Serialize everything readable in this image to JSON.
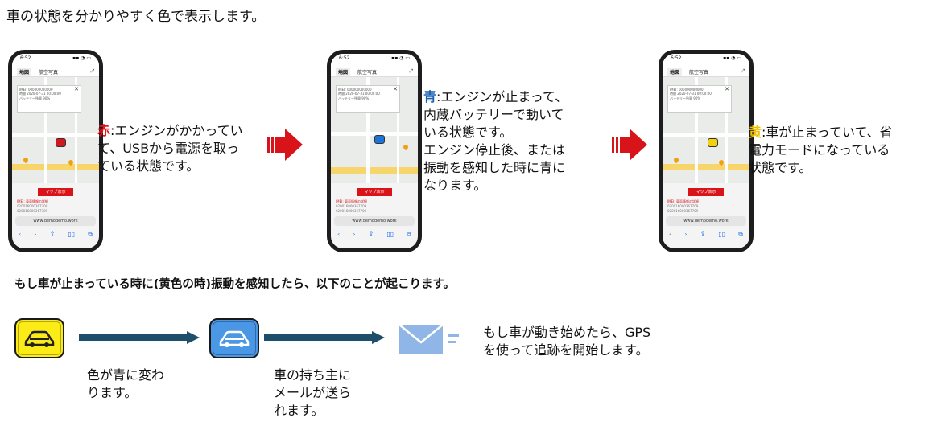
{
  "intro": "車の状態を分かりやすく色で表示します。",
  "phone": {
    "time": "6:52",
    "tab_map": "地図",
    "tab_aerial": "航空写真",
    "popup_lines": [
      "IMEI: 000000000000",
      "時間 2020-07-31 00:00:00",
      "バッテリー残量 90%"
    ],
    "map_button": "マップ表示",
    "meta_red": "IMEI: 車両情報の詳細",
    "meta_lines": [
      "020016000367709",
      "020016000367709"
    ],
    "url": "www.demodemo.work",
    "nav_icons": [
      "back-icon",
      "forward-icon",
      "share-icon",
      "bookmarks-icon",
      "tabs-icon"
    ]
  },
  "states": [
    {
      "color_word": "赤",
      "text": ":エンジンがかかってい\nて、USBから電源を取っ\nている状態です。",
      "color_hex": "#e8121a",
      "car_hex": "#d2181c"
    },
    {
      "color_word": "青",
      "text": ":エンジンが止まって、\n内蔵バッテリーで動いて\nいる状態です。\nエンジン停止後、または\n振動を感知した時に青に\nなります。",
      "color_hex": "#1a5fb0",
      "car_hex": "#1d74d6"
    },
    {
      "color_word": "黄",
      "text": ":車が止まっていて、省\n電力モードになっている\n状態です。",
      "color_hex": "#f0c000",
      "car_hex": "#f3d10d"
    }
  ],
  "bold_line": "もし車が止まっている時に(黄色の時)振動を感知したら、以下のことが起こります。",
  "flow": {
    "step1": "色が青に変わ\nります。",
    "step2": "車の持ち主に\nメールが送ら\nれます。",
    "step3": "もし車が動き始めたら、GPS\nを使って追跡を開始します。"
  },
  "colors": {
    "red": "#e8121a",
    "flow_arrow": "#1e4f6a",
    "big_arrow": "#d8141a"
  }
}
